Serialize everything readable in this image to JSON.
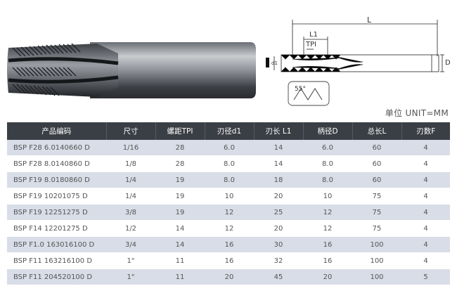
{
  "diagram": {
    "labels": {
      "length": "L",
      "cut_length": "L1",
      "pitch": "TPI",
      "diameter": "D",
      "small_d": "d1",
      "angle": "55°"
    },
    "accent": "#222222"
  },
  "unit_note": "单位  UNIT=MM",
  "table": {
    "headers": [
      "产品编码",
      "尺寸",
      "螺距TPI",
      "刃径d1",
      "刃长 L1",
      "柄径D",
      "总长L",
      "刃数F"
    ],
    "rows": [
      [
        "BSP F28 6.0140660 D",
        "1/16",
        "28",
        "6.0",
        "14",
        "6.0",
        "60",
        "4"
      ],
      [
        "BSP F28 8.0140860 D",
        "1/8",
        "28",
        "8.0",
        "14",
        "8.0",
        "60",
        "4"
      ],
      [
        "BSP F19 8.0180860 D",
        "1/4",
        "19",
        "8.0",
        "18",
        "8.0",
        "60",
        "4"
      ],
      [
        "BSP F19 10201075 D",
        "1/4",
        "19",
        "10",
        "20",
        "10",
        "75",
        "4"
      ],
      [
        "BSP F19 12251275 D",
        "3/8",
        "19",
        "12",
        "25",
        "12",
        "75",
        "4"
      ],
      [
        "BSP F14 12201275 D",
        "1/2",
        "14",
        "12",
        "20",
        "12",
        "75",
        "4"
      ],
      [
        "BSP F1.0 163016100 D",
        "3/4",
        "14",
        "16",
        "30",
        "16",
        "100",
        "4"
      ],
      [
        "BSP F11 163216100 D",
        "1\"",
        "11",
        "16",
        "32",
        "16",
        "100",
        "4"
      ],
      [
        "BSP F11 204520100 D",
        "1\"",
        "11",
        "20",
        "45",
        "20",
        "100",
        "5"
      ]
    ],
    "colors": {
      "header_bg": "#3a3f45",
      "stripe": "#d8dde7"
    }
  }
}
